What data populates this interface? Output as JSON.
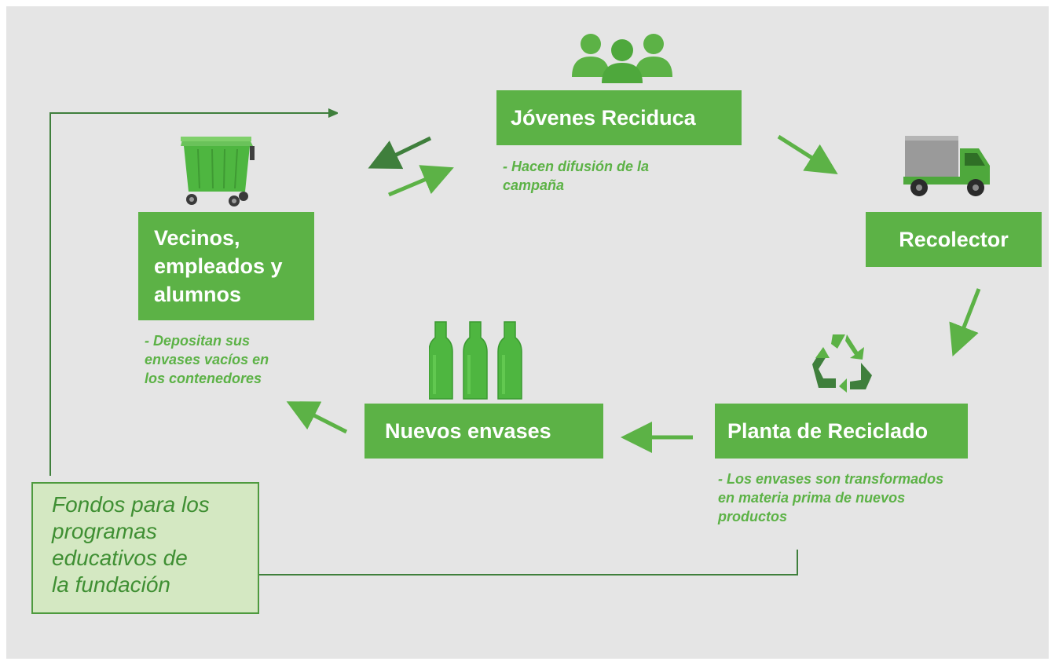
{
  "nodes": {
    "jovenes": {
      "title": "Jóvenes Reciduca",
      "caption": [
        "- Hacen difusión de la",
        "campaña"
      ],
      "icon": "people-icon"
    },
    "recolector": {
      "title": "Recolector",
      "icon": "truck-icon"
    },
    "planta": {
      "title": "Planta de Reciclado",
      "caption": [
        "- Los envases son transformados",
        "en materia prima de nuevos",
        "productos"
      ],
      "icon": "recycle-icon"
    },
    "nuevos": {
      "title": "Nuevos envases",
      "icon": "bottles-icon"
    },
    "vecinos": {
      "title": [
        "Vecinos,",
        "empleados y",
        "alumnos"
      ],
      "caption": [
        "- Depositan sus",
        "envases vacíos en",
        "los contenedores"
      ],
      "icon": "trash-container-icon"
    }
  },
  "funds": {
    "text": [
      "Fondos para los",
      "programas",
      "educativos de",
      "la fundación"
    ]
  },
  "colors": {
    "background": "#e5e5e5",
    "box_green": "#5cb246",
    "arrow_green": "#5cb246",
    "dark_green": "#3f7f3c",
    "funds_fill": "#d4e8c2",
    "funds_border": "#4e9a3e"
  }
}
